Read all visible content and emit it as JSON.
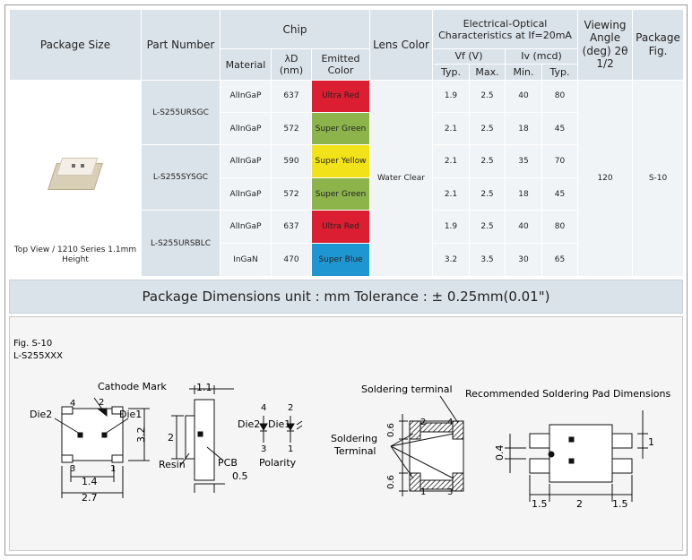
{
  "header": {
    "package_size": "Package Size",
    "part_number": "Part Number",
    "chip": "Chip",
    "material": "Material",
    "lambda_d": "λD (nm)",
    "emitted_color": "Emitted Color",
    "lens_color": "Lens Color",
    "electro_optical": "Electrical-Optical Characteristics at If=20mA",
    "vf": "Vf (V)",
    "iv": "Iv (mcd)",
    "vf_typ": "Typ.",
    "vf_max": "Max.",
    "iv_min": "Min.",
    "iv_typ": "Typ.",
    "viewing_angle": "Viewing Angle (deg) 2θ 1/2",
    "package_fig": "Package Fig."
  },
  "package_caption": "Top View / 1210 Series 1.1mm Height",
  "lens": "Water Clear",
  "viewing_angle_value": "120",
  "package_fig_value": "S-10",
  "parts": [
    "L-S255URSGC",
    "L-S255SYSGC",
    "L-S255URSBLC"
  ],
  "rows": [
    {
      "material": "AlInGaP",
      "wavelength": "637",
      "color": "Ultra Red",
      "vf_typ": "1.9",
      "vf_max": "2.5",
      "iv_min": "40",
      "iv_typ": "80"
    },
    {
      "material": "AlInGaP",
      "wavelength": "572",
      "color": "Super Green",
      "vf_typ": "2.1",
      "vf_max": "2.5",
      "iv_min": "18",
      "iv_typ": "45"
    },
    {
      "material": "AlInGaP",
      "wavelength": "590",
      "color": "Super Yellow",
      "vf_typ": "2.1",
      "vf_max": "2.5",
      "iv_min": "35",
      "iv_typ": "70"
    },
    {
      "material": "AlInGaP",
      "wavelength": "572",
      "color": "Super Green",
      "vf_typ": "2.1",
      "vf_max": "2.5",
      "iv_min": "18",
      "iv_typ": "45"
    },
    {
      "material": "AlInGaP",
      "wavelength": "637",
      "color": "Ultra Red",
      "vf_typ": "1.9",
      "vf_max": "2.5",
      "iv_min": "40",
      "iv_typ": "80"
    },
    {
      "material": "InGaN",
      "wavelength": "470",
      "color": "Super Blue",
      "vf_typ": "3.2",
      "vf_max": "3.5",
      "iv_min": "30",
      "iv_typ": "65"
    }
  ],
  "colors": {
    "ultra_red": "#dc1e32",
    "super_green": "#8cb44b",
    "super_yellow": "#f2e21a",
    "super_blue": "#1e96d2",
    "header_bg": "#dbe3ea"
  },
  "dimensions_title": "Package Dimensions   unit : mm  Tolerance : ± 0.25mm(0.01\")",
  "drawing": {
    "fig_label": "Fig. S-10",
    "model_label": "L-S255XXX",
    "cathode_mark": "Cathode Mark",
    "die1": "Die1",
    "die2": "Die2",
    "pin1": "1",
    "pin2": "2",
    "pin3": "3",
    "pin4": "4",
    "dim_1_4": "1.4",
    "dim_2_7": "2.7",
    "dim_3_2": "3.2",
    "dim_1_1": "1.1",
    "dim_2": "2",
    "dim_0_5": "0.5",
    "resin": "Resin",
    "pcb": "PCB",
    "polarity": "Polarity",
    "soldering_terminal_top": "Soldering terminal",
    "soldering_terminal_side": "Soldering Terminal",
    "dim_0_6": "0.6",
    "recommended_pad": "Recommended Soldering Pad Dimensions",
    "pad_0_4": "0.4",
    "pad_1": "1",
    "pad_1_5": "1.5",
    "pad_2": "2"
  }
}
